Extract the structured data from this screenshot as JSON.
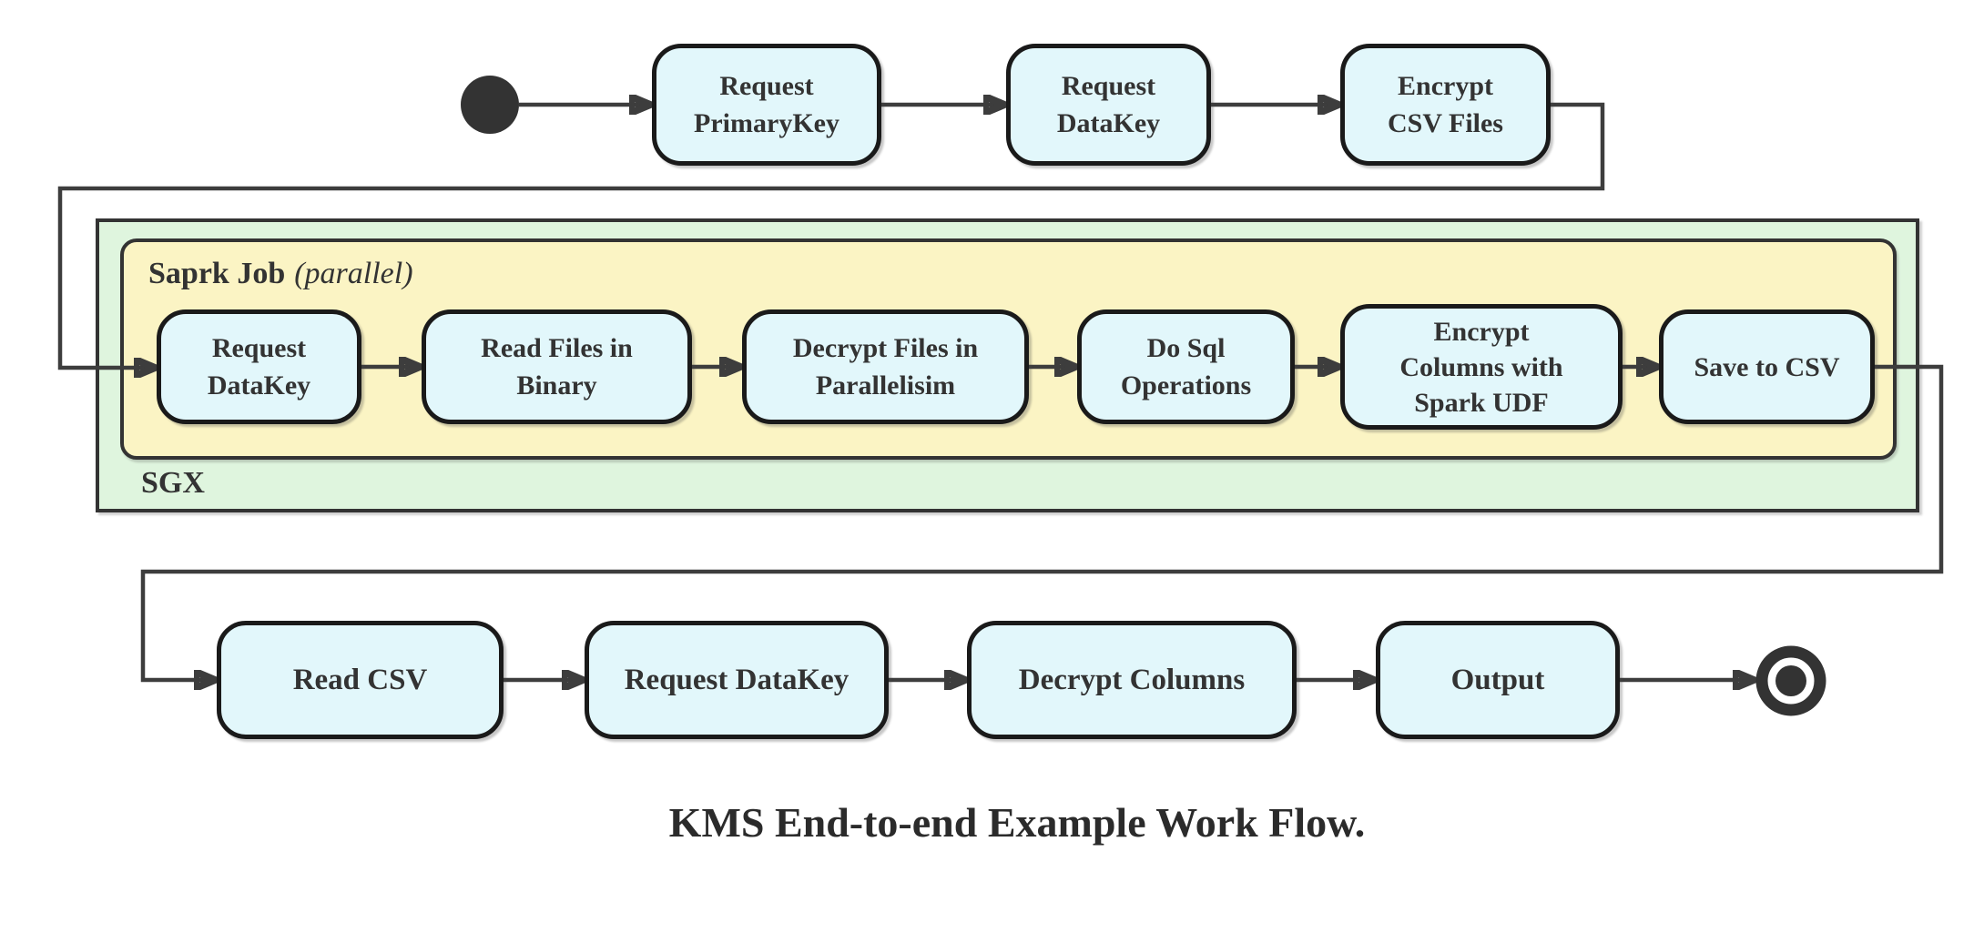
{
  "caption": "KMS End-to-end Example Work Flow.",
  "containers": {
    "sgx": {
      "label": "SGX"
    },
    "spark_job": {
      "label": "Saprk Job",
      "modifier": "(parallel)"
    }
  },
  "nodes": {
    "request_primarykey": "Request\nPrimaryKey",
    "request_datakey_top": "Request\nDataKey",
    "encrypt_csv_files": "Encrypt\nCSV Files",
    "request_datakey_sgx": "Request\nDataKey",
    "read_files_in_binary": "Read Files in\nBinary",
    "decrypt_files_in_parallelisim": "Decrypt Files in\nParallelisim",
    "do_sql_operations": "Do Sql\nOperations",
    "encrypt_columns_with_spark_udf": "Encrypt\nColumns with\nSpark UDF",
    "save_to_csv": "Save to CSV",
    "read_csv": "Read CSV",
    "request_datakey_out": "Request DataKey",
    "decrypt_columns": "Decrypt Columns",
    "output": "Output"
  },
  "symbols": {
    "start_state": "initial-state-dot",
    "end_state": "final-state-ring"
  },
  "colors": {
    "node_fill": "#E2F7FB",
    "node_border": "#1A1A1A",
    "spark_box_fill": "#FBF4C4",
    "sgx_box_fill": "#DFF5DE",
    "box_border": "#333333",
    "edge": "#3D3D3D",
    "text": "#333333",
    "start_end": "#333333",
    "canvas_bg": "#FFFFFF"
  }
}
